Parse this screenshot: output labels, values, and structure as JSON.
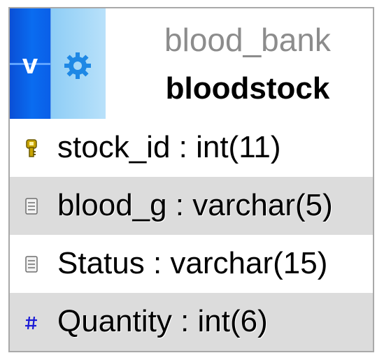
{
  "table": {
    "database": "blood_bank",
    "name": "bloodstock",
    "buttons": {
      "toggle_label": "v",
      "options_icon": "gear-icon"
    },
    "colors": {
      "toggle_bg": "#0a6cf0",
      "options_bg": "#a7d9f8",
      "alt_row_bg": "#dcdcdc",
      "numeric_icon": "#1a1ad6"
    },
    "columns": [
      {
        "text": "stock_id : int(11)",
        "icon": "primary-key-icon"
      },
      {
        "text": "blood_g : varchar(5)",
        "icon": "text-field-icon"
      },
      {
        "text": "Status : varchar(15)",
        "icon": "text-field-icon"
      },
      {
        "text": "Quantity : int(6)",
        "icon": "numeric-field-icon"
      }
    ]
  }
}
